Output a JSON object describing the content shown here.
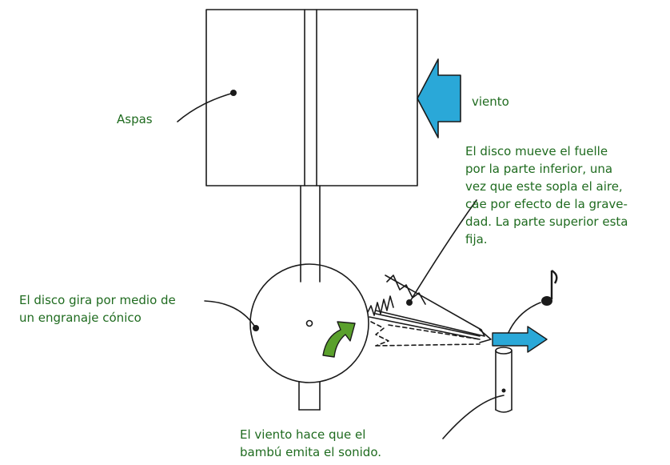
{
  "labels": {
    "blades": "Aspas",
    "wind": "viento",
    "bellows_note_line1": "El disco mueve el fuelle",
    "bellows_note_line2": "por la parte inferior, una",
    "bellows_note_line3": "vez que este sopla el aire,",
    "bellows_note_line4": "cae por efecto de la grave-",
    "bellows_note_line5": "dad. La parte superior esta",
    "bellows_note_line6": "fija.",
    "disc_note_line1": "El disco gira por medio de",
    "disc_note_line2": "un engranaje cónico",
    "bamboo_note_line1": "El viento hace que el",
    "bamboo_note_line2": "bambú emita el sonido."
  },
  "colors": {
    "label_text": "#1f6b1f",
    "wind_arrow": "#2aa8d8",
    "rotation_arrow": "#5aa02c",
    "ink": "#1a1a1a"
  },
  "icons": [
    "wind-arrow-icon",
    "rotation-arrow-icon",
    "music-note-icon",
    "air-jet-arrow-icon"
  ]
}
